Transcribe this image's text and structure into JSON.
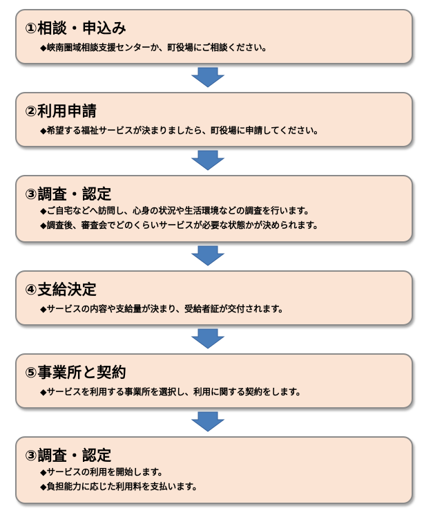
{
  "steps": [
    {
      "title": "①相談・申込み",
      "items": [
        "◆峡南圏域相談支援センターか、町役場にご相談ください。"
      ]
    },
    {
      "title": "②利用申請",
      "items": [
        "◆希望する福祉サービスが決まりましたら、町役場に申請してください。"
      ]
    },
    {
      "title": "③調査・認定",
      "items": [
        "◆ご自宅などへ訪問し、心身の状況や生活環境などの調査を行います。",
        "◆調査後、審査会でどのくらいサービスが必要な状態かが決められます。"
      ]
    },
    {
      "title": "④支給決定",
      "items": [
        "◆サービスの内容や支給量が決まり、受給者証が交付されます。"
      ]
    },
    {
      "title": "⑤事業所と契約",
      "items": [
        "◆サービスを利用する事業所を選択し、利用に関する契約をします。"
      ]
    },
    {
      "title": "③調査・認定",
      "items": [
        "◆サービスの利用を開始します。",
        "◆負担能力に応じた利用料を支払います。"
      ]
    }
  ],
  "colors": {
    "box_fill": "#fbe4d4",
    "box_border": "#8a8a8a",
    "arrow_fill": "#4a7ebb",
    "arrow_stroke": "#35609a"
  },
  "icons": {
    "arrow": "down-arrow-icon"
  }
}
